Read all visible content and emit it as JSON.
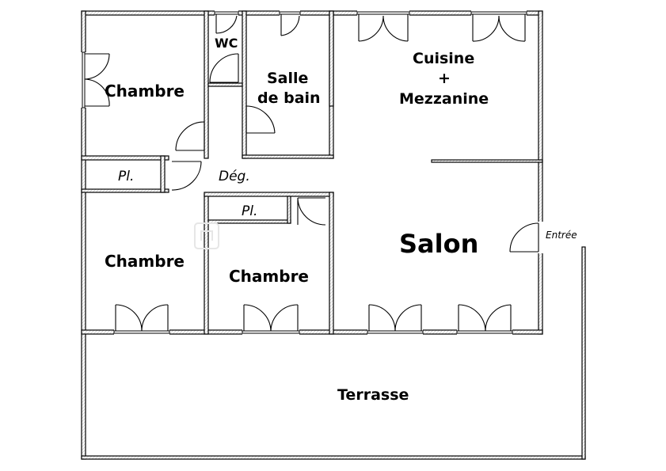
{
  "rooms": {
    "chambre_nw": "Chambre",
    "wc": "WC",
    "salle_de_bain_l1": "Salle",
    "salle_de_bain_l2": "de bain",
    "cuisine_l1": "Cuisine",
    "cuisine_l2": "+",
    "cuisine_l3": "Mezzanine",
    "placard_1": "Pl.",
    "degagement": "Dég.",
    "placard_2": "Pl.",
    "chambre_w": "Chambre",
    "chambre_c": "Chambre",
    "salon": "Salon",
    "entree": "Entrée",
    "terrasse": "Terrasse"
  },
  "colors": {
    "wall": "#000000",
    "wall_fill": "#ffffff",
    "background": "#ffffff"
  }
}
